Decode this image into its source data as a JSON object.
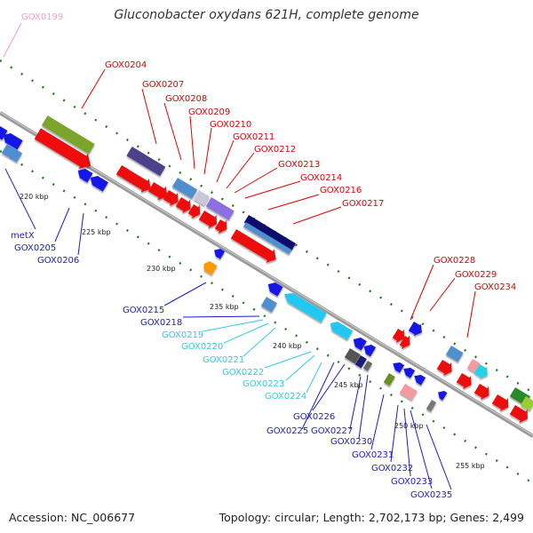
{
  "title": "Gluconobacter oxydans 621H, complete genome",
  "footer": {
    "accession": "Accession: NC_006677",
    "topology": "Topology: circular; Length: 2,702,173 bp; Genes: 2,499"
  },
  "colors": {
    "forward_label": "#e00000",
    "reverse_label": "#1c1cc8",
    "light_label": "#33c8e8",
    "pink_label": "#ff99cc",
    "backbone": "#888888",
    "tick": "#1e7a1e"
  },
  "kbp_labels": [
    {
      "id": "k220",
      "text": "220 kbp"
    },
    {
      "id": "k225",
      "text": "225 kbp"
    },
    {
      "id": "k230",
      "text": "230 kbp"
    },
    {
      "id": "k235",
      "text": "235 kbp"
    },
    {
      "id": "k240",
      "text": "240 kbp"
    },
    {
      "id": "k245",
      "text": "245 kbp"
    },
    {
      "id": "k250",
      "text": "250 kbp"
    },
    {
      "id": "k255",
      "text": "255 kbp"
    }
  ],
  "gene_labels": [
    {
      "id": "l0199",
      "text": "GOX0199",
      "tone": "pink"
    },
    {
      "id": "l0204",
      "text": "GOX0204",
      "tone": "red"
    },
    {
      "id": "l0207",
      "text": "GOX0207",
      "tone": "red"
    },
    {
      "id": "l0208",
      "text": "GOX0208",
      "tone": "red"
    },
    {
      "id": "l0209",
      "text": "GOX0209",
      "tone": "red"
    },
    {
      "id": "l0210",
      "text": "GOX0210",
      "tone": "red"
    },
    {
      "id": "l0211",
      "text": "GOX0211",
      "tone": "red"
    },
    {
      "id": "l0212",
      "text": "GOX0212",
      "tone": "red"
    },
    {
      "id": "l0213",
      "text": "GOX0213",
      "tone": "red"
    },
    {
      "id": "l0214",
      "text": "GOX0214",
      "tone": "red"
    },
    {
      "id": "l0216",
      "text": "GOX0216",
      "tone": "red"
    },
    {
      "id": "l0217",
      "text": "GOX0217",
      "tone": "red"
    },
    {
      "id": "l0228",
      "text": "GOX0228",
      "tone": "red"
    },
    {
      "id": "l0229",
      "text": "GOX0229",
      "tone": "red"
    },
    {
      "id": "l0234",
      "text": "GOX0234",
      "tone": "red"
    },
    {
      "id": "lmetX",
      "text": "metX",
      "tone": "blue"
    },
    {
      "id": "l0205",
      "text": "GOX0205",
      "tone": "blue"
    },
    {
      "id": "l0206",
      "text": "GOX0206",
      "tone": "blue"
    },
    {
      "id": "l0215",
      "text": "GOX0215",
      "tone": "blue"
    },
    {
      "id": "l0218",
      "text": "GOX0218",
      "tone": "blue"
    },
    {
      "id": "l0219",
      "text": "GOX0219",
      "tone": "light"
    },
    {
      "id": "l0220",
      "text": "GOX0220",
      "tone": "light"
    },
    {
      "id": "l0221",
      "text": "GOX0221",
      "tone": "light"
    },
    {
      "id": "l0222",
      "text": "GOX0222",
      "tone": "light"
    },
    {
      "id": "l0223",
      "text": "GOX0223",
      "tone": "light"
    },
    {
      "id": "l0224",
      "text": "GOX0224",
      "tone": "light"
    },
    {
      "id": "l0226",
      "text": "GOX0226",
      "tone": "blue"
    },
    {
      "id": "l0225",
      "text": "GOX0225",
      "tone": "blue"
    },
    {
      "id": "l0227",
      "text": "GOX0227",
      "tone": "blue"
    },
    {
      "id": "l0230",
      "text": "GOX0230",
      "tone": "blue"
    },
    {
      "id": "l0231",
      "text": "GOX0231",
      "tone": "blue"
    },
    {
      "id": "l0232",
      "text": "GOX0232",
      "tone": "blue"
    },
    {
      "id": "l0233",
      "text": "GOX0233",
      "tone": "blue"
    },
    {
      "id": "l0235",
      "text": "GOX0235",
      "tone": "blue"
    }
  ]
}
